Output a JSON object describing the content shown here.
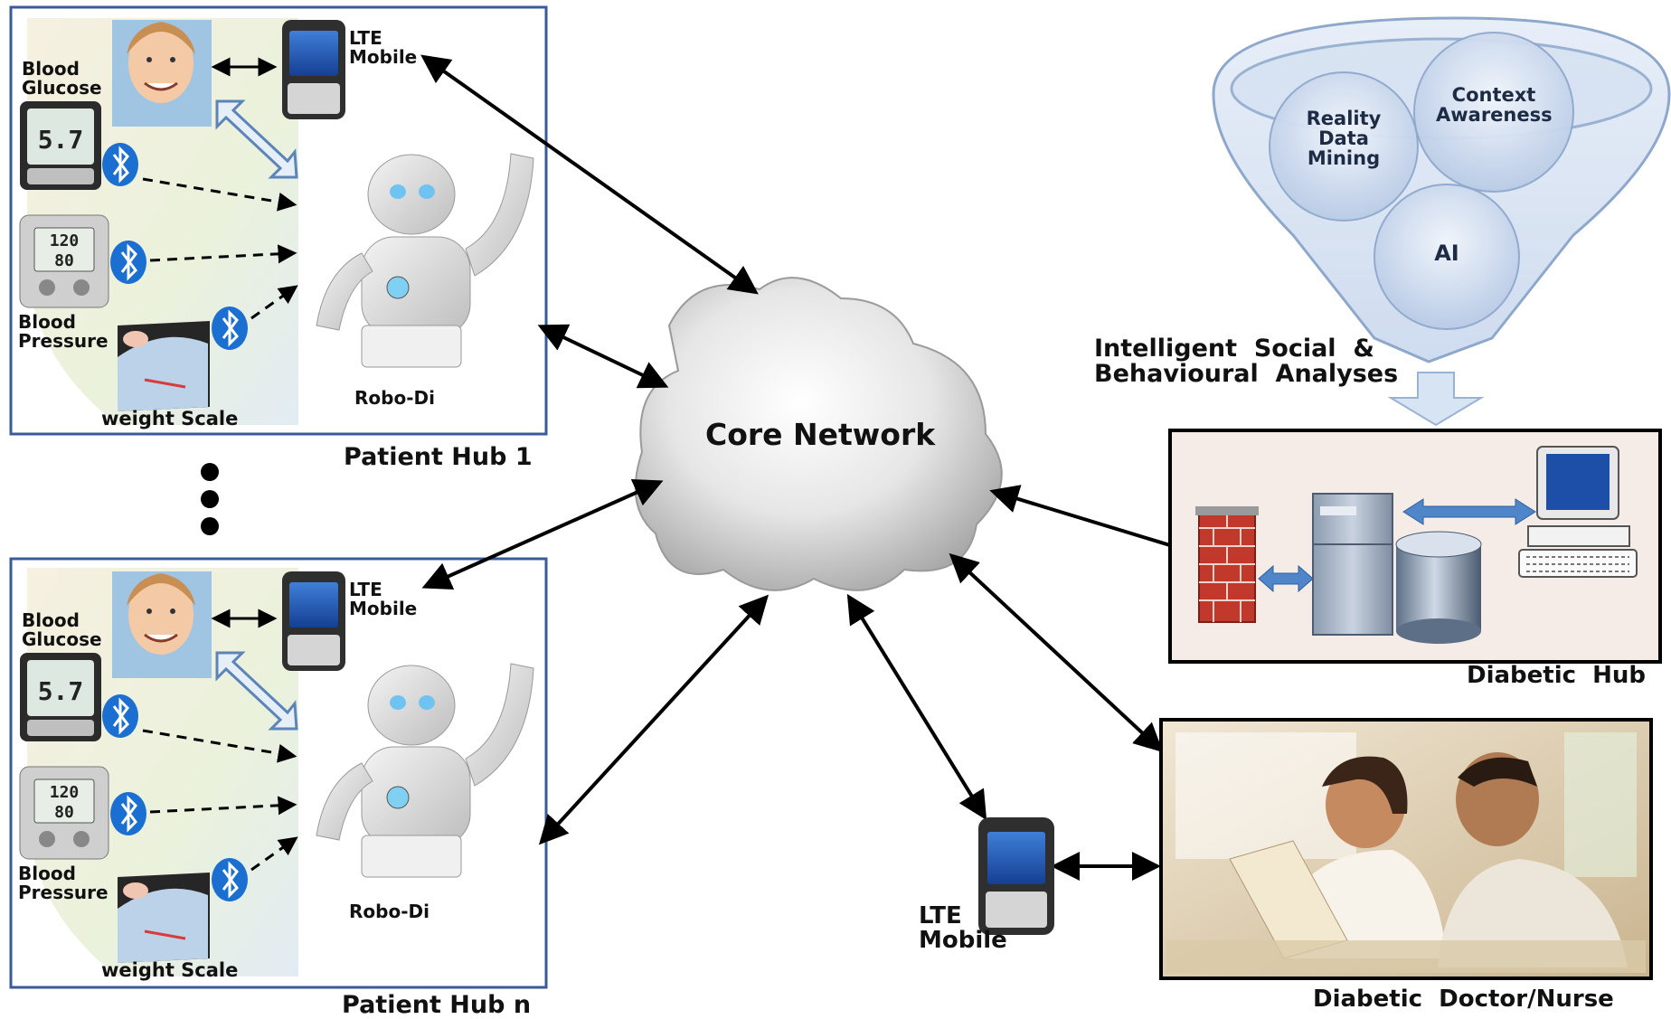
{
  "patient_hub_1": {
    "title": "Patient Hub 1",
    "blood_glucose": "Blood\nGlucose",
    "blood_pressure": "Blood\nPressure",
    "weight_scale": "weight Scale",
    "lte_mobile": "LTE\nMobile",
    "robot": "Robo-Di",
    "glucose_reading": "5.7",
    "bp_reading_top": "120",
    "bp_reading_bottom": "80"
  },
  "patient_hub_n": {
    "title": "Patient Hub n",
    "blood_glucose": "Blood\nGlucose",
    "blood_pressure": "Blood\nPressure",
    "weight_scale": "weight Scale",
    "lte_mobile": "LTE\nMobile",
    "robot": "Robo-Di",
    "glucose_reading": "5.7",
    "bp_reading_top": "120",
    "bp_reading_bottom": "80"
  },
  "core_network": {
    "label": "Core Network"
  },
  "funnel": {
    "circles": [
      "Reality\nData\nMining",
      "Context\nAwareness",
      "AI"
    ],
    "caption": "Intelligent  Social  &\nBehavioural  Analyses"
  },
  "diabetic_hub": {
    "label": "Diabetic  Hub"
  },
  "doctor": {
    "label": "Diabetic  Doctor/Nurse"
  },
  "lte_mobile_standalone": {
    "label": "LTE\nMobile"
  },
  "colors": {
    "hub_border": "#3a5a9a",
    "bluetooth": "#1a6fd0",
    "firewall": "#c0392b",
    "monitor_screen": "#1d4fa8"
  }
}
